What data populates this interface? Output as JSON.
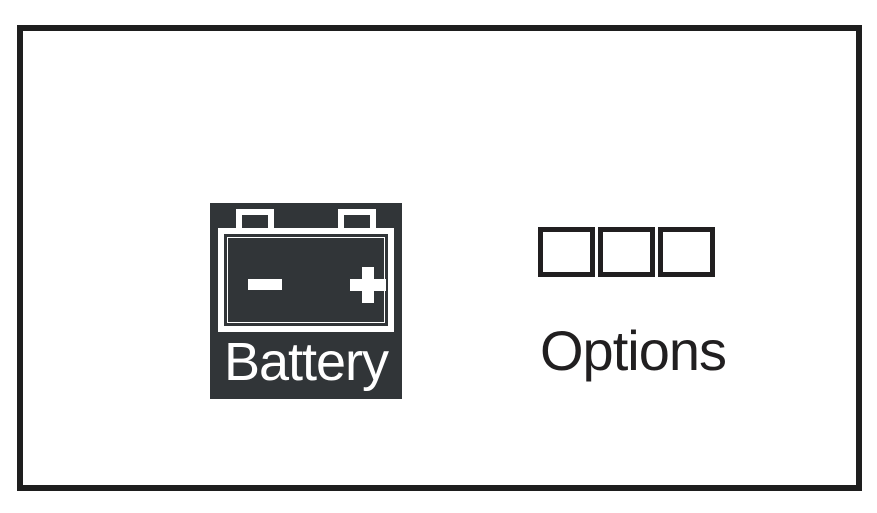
{
  "canvas": {
    "background_color": "#ffffff",
    "frame_color": "#1e1e1e"
  },
  "battery_tile": {
    "tile_color": "#313538",
    "foreground_color": "#ffffff",
    "label": "Battery",
    "icon_name": "battery-icon",
    "terminals": [
      {
        "name": "negative-terminal",
        "polarity": "-"
      },
      {
        "name": "positive-terminal",
        "polarity": "+"
      }
    ],
    "markings": {
      "minus": "−",
      "plus": "+"
    }
  },
  "options_group": {
    "label": "Options",
    "label_color": "#211f20",
    "square_border_color": "#211f20",
    "square_fill_color": "#ffffff",
    "squares": [
      {
        "name": "option-square-1"
      },
      {
        "name": "option-square-2"
      },
      {
        "name": "option-square-3"
      }
    ]
  }
}
